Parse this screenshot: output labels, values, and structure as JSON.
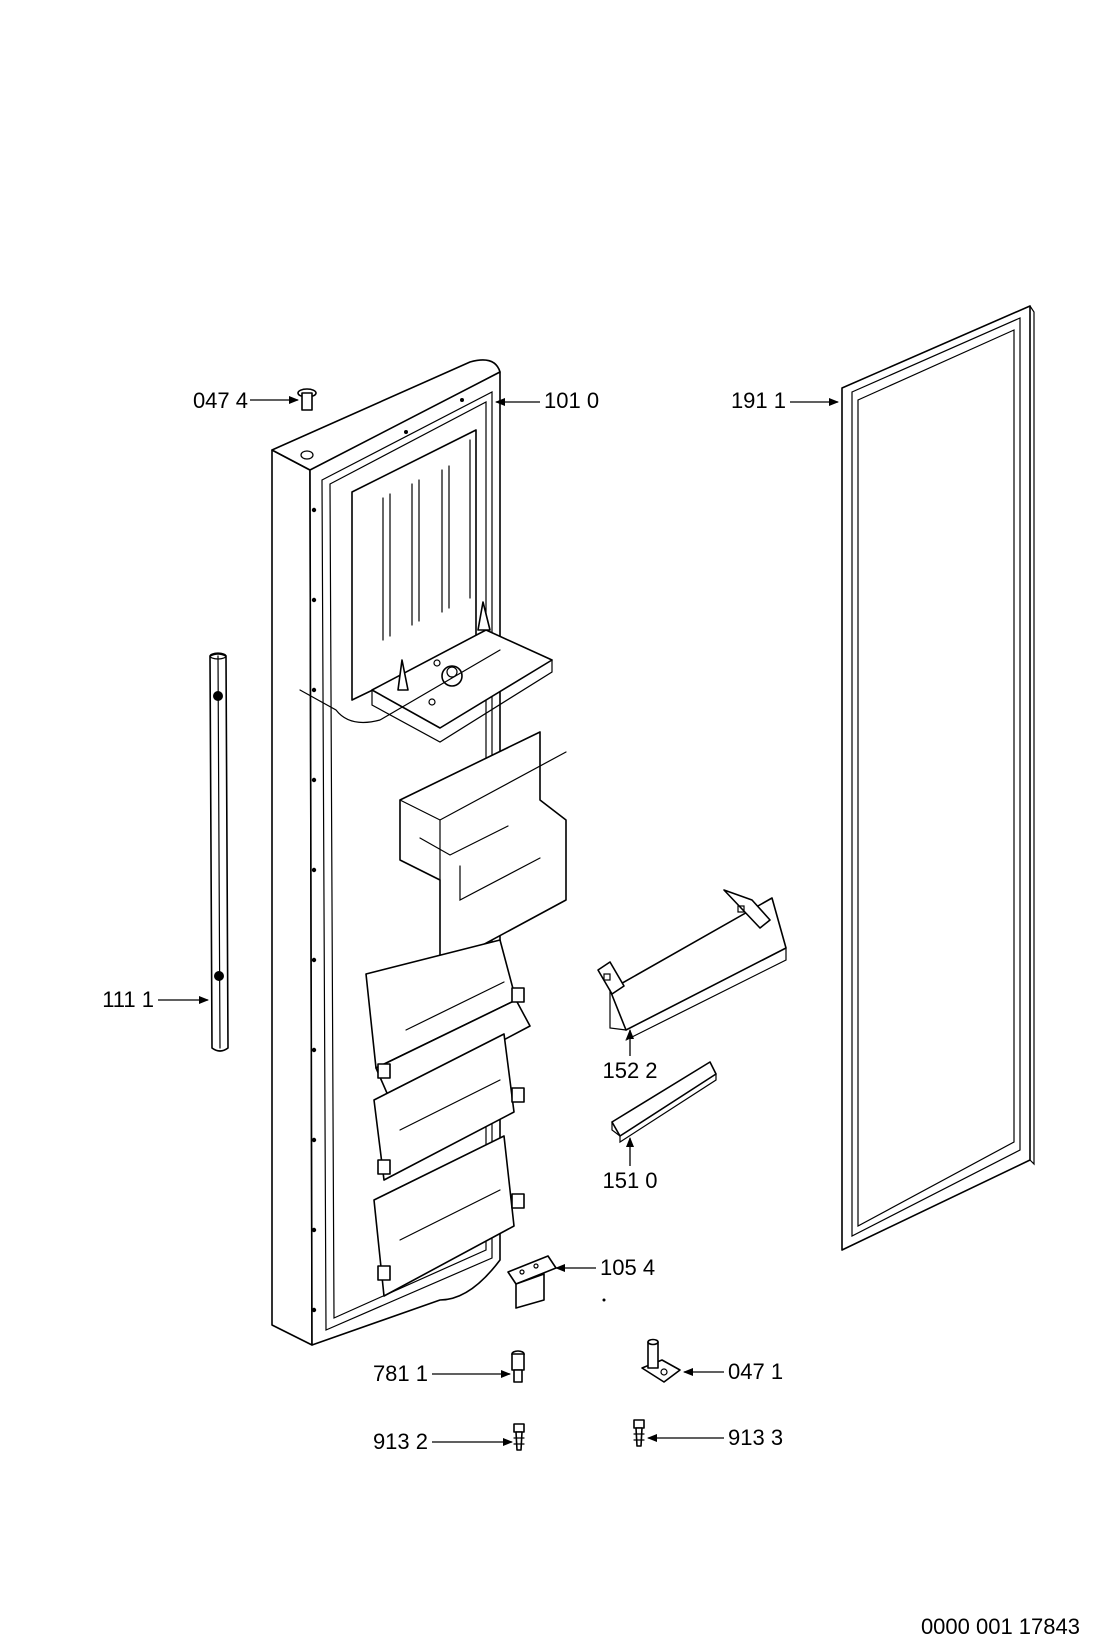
{
  "drawing_number": "0000 001 17843",
  "callouts": {
    "c0474": "047 4",
    "c1010": "101 0",
    "c1911": "191 1",
    "c1111": "111 1",
    "c1522": "152 2",
    "c1510": "151 0",
    "c1054": "105 4",
    "c7811": "781 1",
    "c0471": "047 1",
    "c9132": "913 2",
    "c9133": "913 3"
  }
}
